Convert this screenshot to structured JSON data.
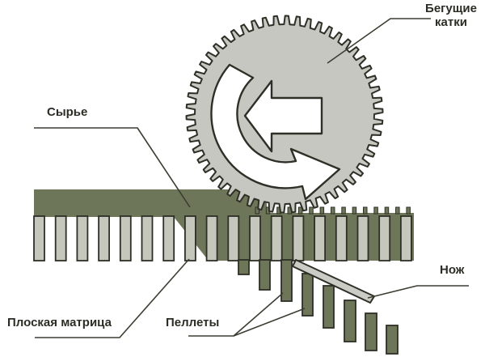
{
  "diagram": {
    "labels": {
      "rollers": "Бегущие катки",
      "raw_material": "Сырье",
      "flat_die": "Плоская матрица",
      "pellets": "Пеллеты",
      "knife": "Нож"
    },
    "colors": {
      "background": "#ffffff",
      "material_green": "#6e765a",
      "die_steel": "#c5c7bd",
      "gear_gray": "#c6c7c0",
      "knife_gray": "#cbccc5",
      "outline_dark": "#2e3027",
      "leader_line": "#3b3e32",
      "label_text": "#2b2d25",
      "arrow_white": "#ffffff"
    }
  }
}
